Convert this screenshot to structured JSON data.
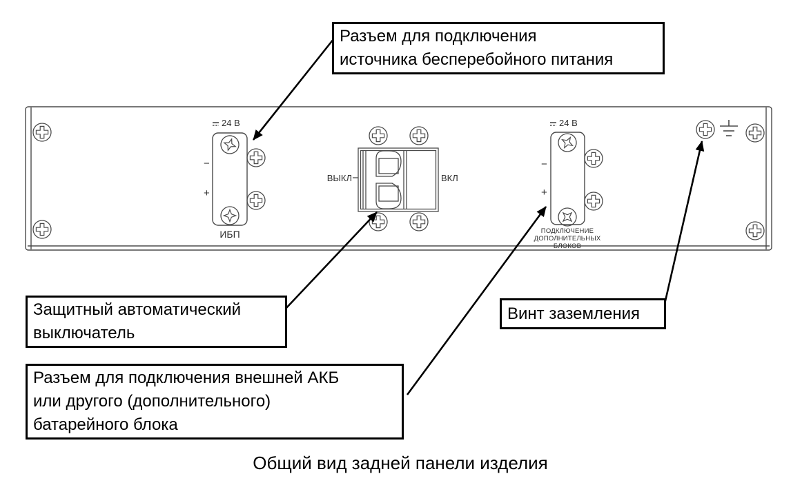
{
  "diagram": {
    "caption": "Общий вид задней панели изделия",
    "callouts": {
      "ups_connector": {
        "lines": [
          "Разъем для подключения",
          "источника бесперебойного питания"
        ]
      },
      "circuit_breaker": {
        "lines": [
          "Защитный автоматический",
          "выключатель"
        ]
      },
      "external_battery": {
        "lines": [
          "Разъем для подключения внешней АКБ",
          "или другого (дополнительного)",
          "батарейного блока"
        ]
      },
      "ground_screw": {
        "lines": [
          "Винт заземления"
        ]
      }
    },
    "panel": {
      "ups_port": {
        "voltage": "24 В",
        "minus": "−",
        "plus": "+",
        "label": "ИБП"
      },
      "switch": {
        "off": "ВЫКЛ",
        "on": "ВКЛ"
      },
      "aux_port": {
        "voltage": "24 В",
        "minus": "−",
        "plus": "+",
        "label_lines": [
          "ПОДКЛЮЧЕНИЕ",
          "ДОПОЛНИТЕЛЬНЫХ",
          "БЛОКОВ"
        ]
      }
    },
    "icons": [
      "phillips-screw-icon",
      "star-screw-icon",
      "ground-symbol-icon",
      "dc-symbol-icon",
      "callout-arrow"
    ],
    "colors": {
      "background": "#ffffff",
      "panel_line": "#4a4a4a",
      "callout_border": "#000000",
      "arrow": "#000000",
      "text": "#000000"
    }
  }
}
